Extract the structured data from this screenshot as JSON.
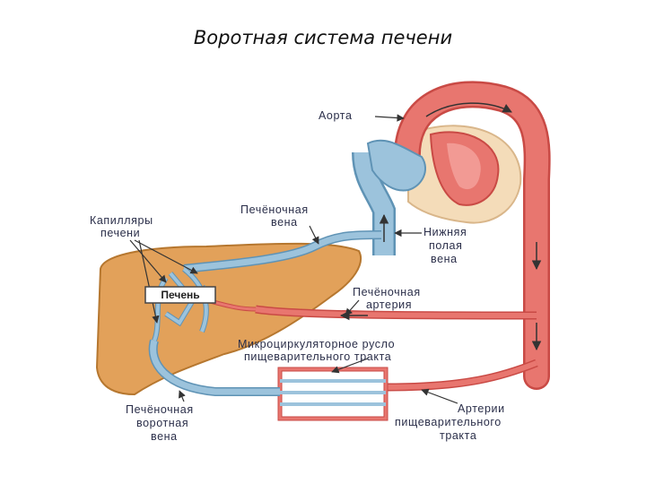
{
  "title": "Воротная система печени",
  "labels": {
    "aorta": "Аорта",
    "hepatic_vein": [
      "Печёночная",
      "вена"
    ],
    "liver_capillaries": [
      "Капилляры",
      "печени"
    ],
    "inferior_vena_cava": [
      "Нижняя",
      "полая",
      "вена"
    ],
    "liver": "Печень",
    "hepatic_artery": [
      "Печёночная",
      "артерия"
    ],
    "microcirculation": [
      "Микроциркуляторное русло",
      "пищеварительного тракта"
    ],
    "portal_vein": [
      "Печёночная",
      "воротная",
      "вена"
    ],
    "digestive_arteries": [
      "Артерии",
      "пищеварительного",
      "тракта"
    ]
  },
  "colors": {
    "artery": "#e8766f",
    "artery_dark": "#c94a45",
    "vein": "#9cc3dc",
    "vein_dark": "#5f93b5",
    "liver": "#e2a15a",
    "heart_bg": "#f4dcb9"
  }
}
